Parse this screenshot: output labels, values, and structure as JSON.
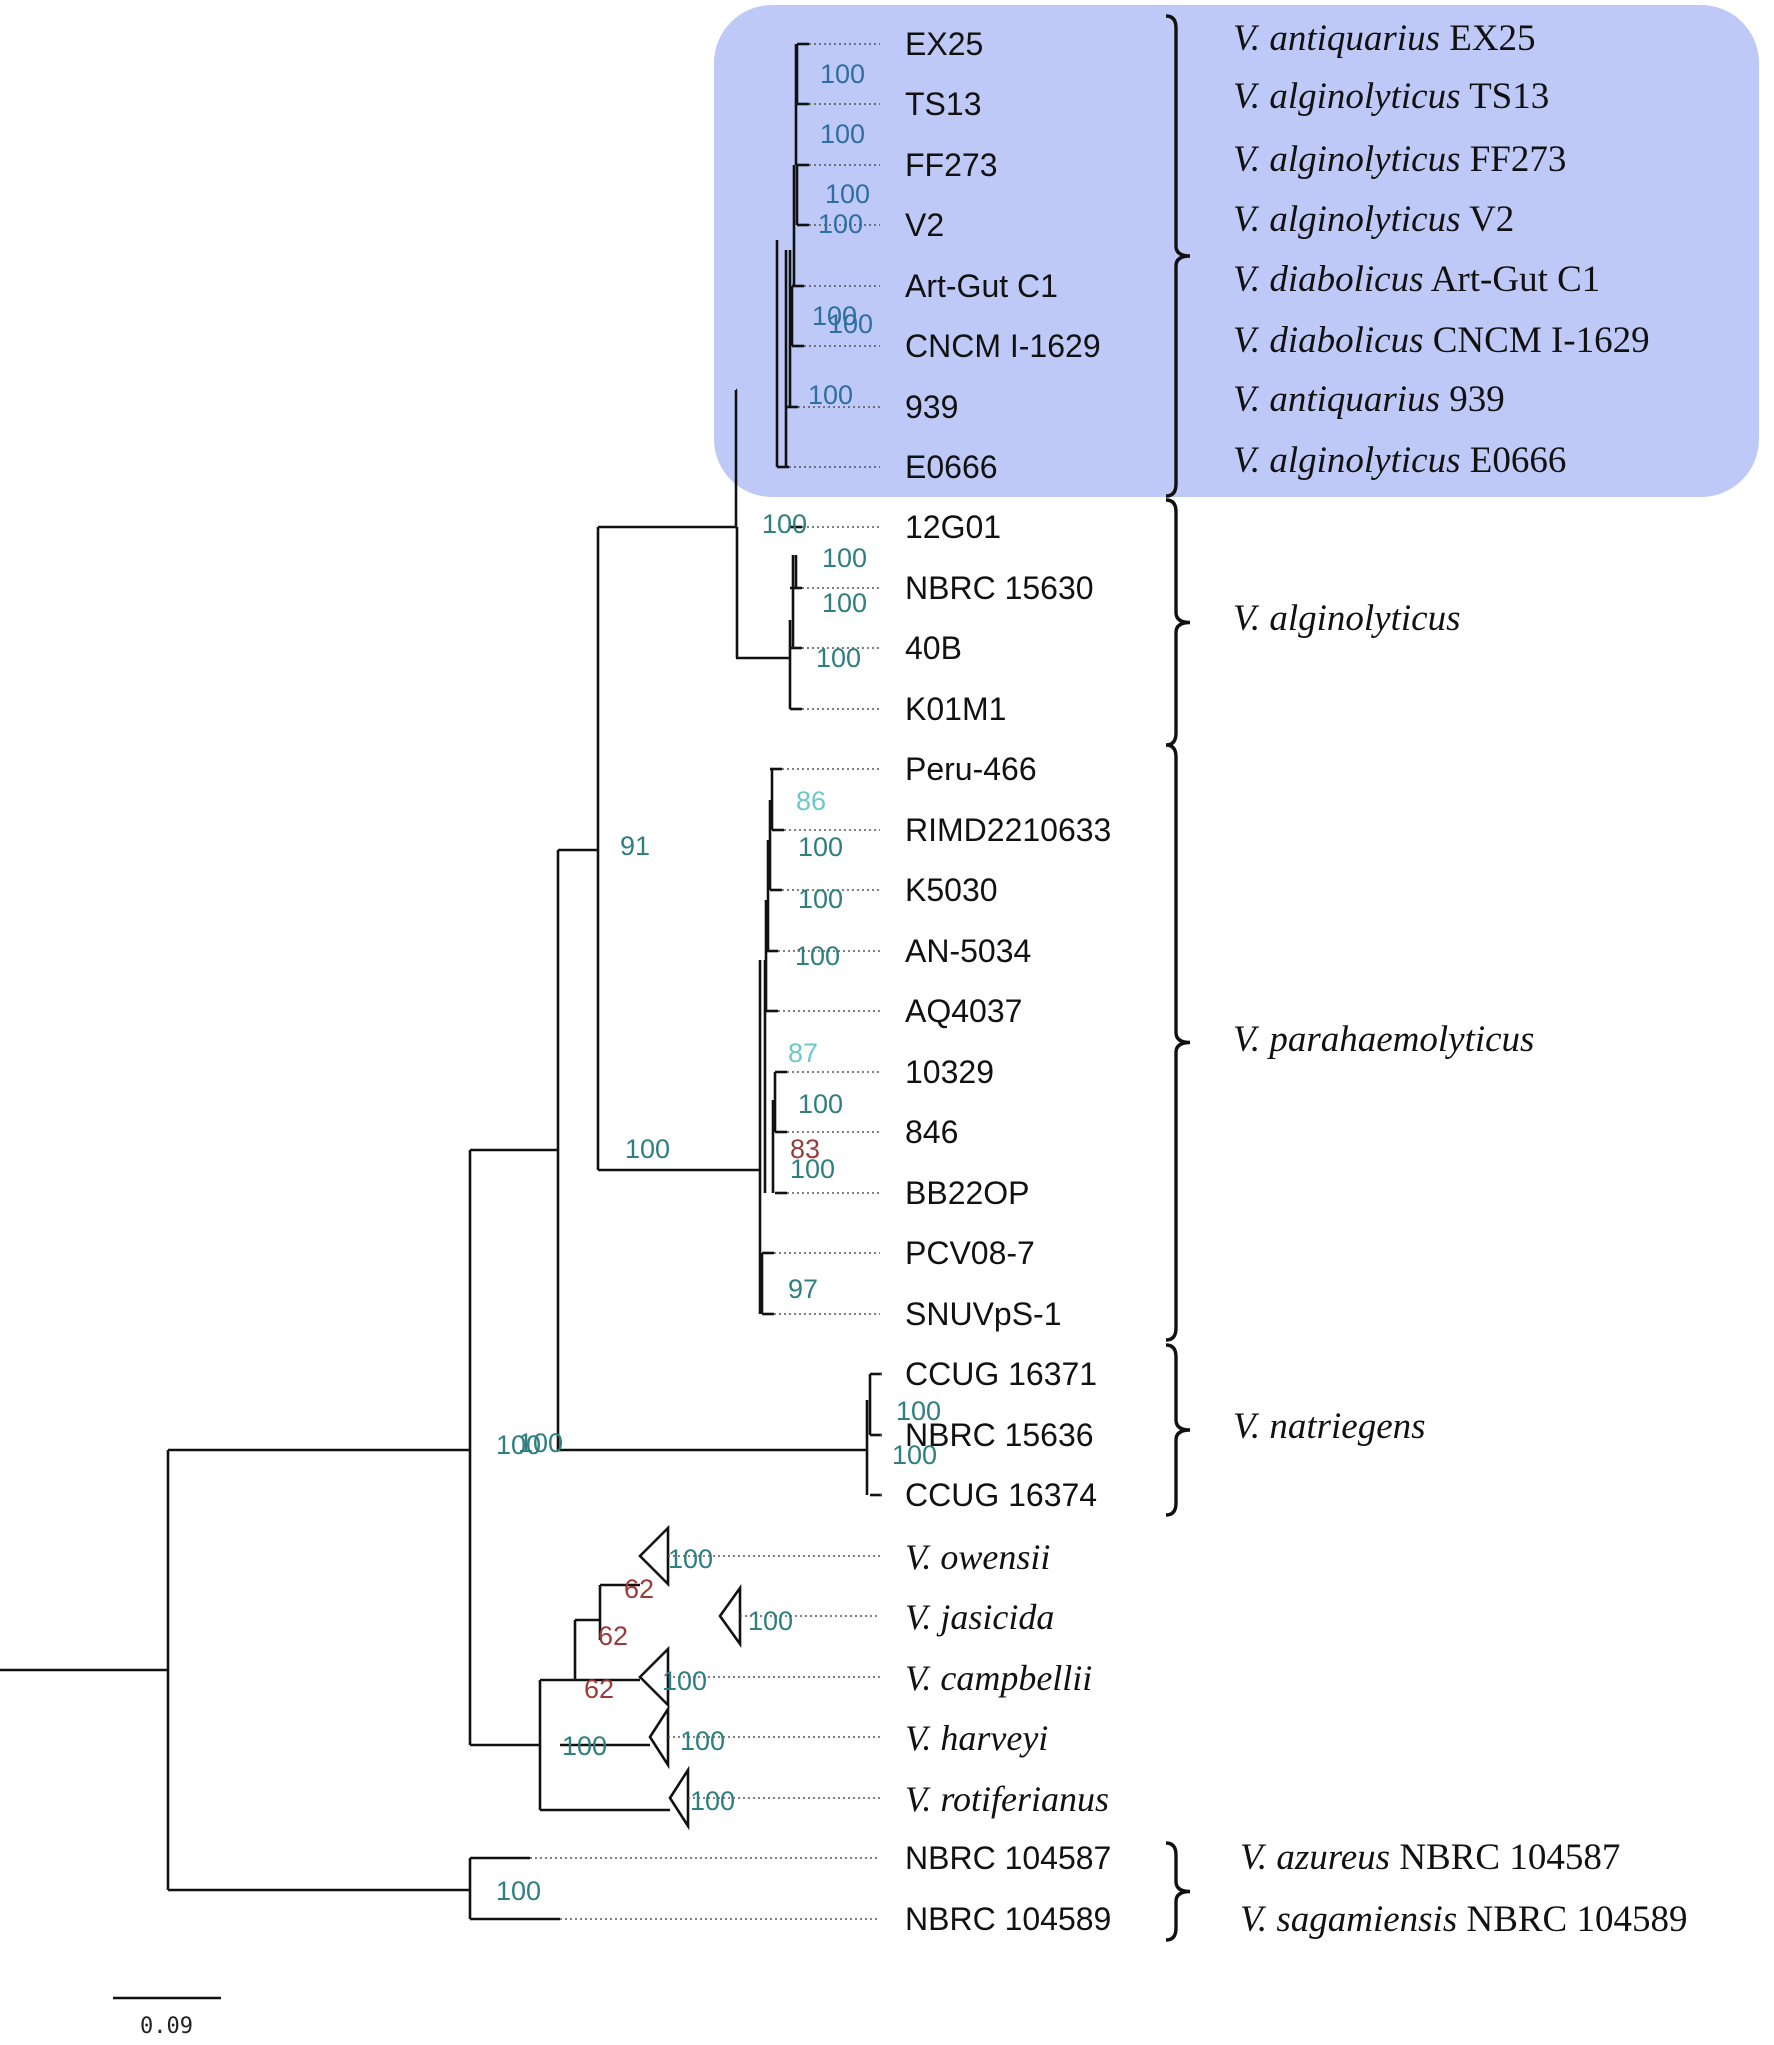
{
  "colors": {
    "highlight": "#bfc9f7",
    "branch": "#111111",
    "support_high": "#2f7f7f",
    "support_mid": "#6ec8c8",
    "support_low": "#9c3a3a",
    "support_blue": "#2f6f9f"
  },
  "tips": [
    "EX25",
    "TS13",
    "FF273",
    "V2",
    "Art-Gut C1",
    "CNCM I-1629",
    "939",
    "E0666",
    "12G01",
    "NBRC 15630",
    "40B",
    "K01M1",
    "Peru-466",
    "RIMD2210633",
    "K5030",
    "AN-5034",
    "AQ4037",
    "10329",
    "846",
    "BB22OP",
    "PCV08-7",
    "SNUVpS-1",
    "CCUG 16371",
    "NBRC 15636",
    "CCUG 16374",
    "NBRC 104587",
    "NBRC 104589"
  ],
  "collapsed_clades": [
    "V. owensii",
    "V. jasicida",
    "V. campbellii",
    "V. harveyi",
    "V. rotiferianus"
  ],
  "highlight_species": [
    {
      "genus": "V. antiquarius",
      "strain": "EX25"
    },
    {
      "genus": "V. alginolyticus",
      "strain": "TS13"
    },
    {
      "genus": "V. alginolyticus",
      "strain": "FF273"
    },
    {
      "genus": "V. alginolyticus",
      "strain": "V2"
    },
    {
      "genus": "V. diabolicus",
      "strain": "Art-Gut C1"
    },
    {
      "genus": "V. diabolicus",
      "strain": "CNCM I-1629"
    },
    {
      "genus": "V. antiquarius",
      "strain": "939"
    },
    {
      "genus": "V. alginolyticus",
      "strain": "E0666"
    }
  ],
  "group_labels": [
    "V. alginolyticus",
    "V. parahaemolyticus",
    "V. natriegens"
  ],
  "outgroup_species": [
    {
      "genus": "V. azureus",
      "strain": "NBRC 104587"
    },
    {
      "genus": "V. sagamiensis",
      "strain": "NBRC 104589"
    }
  ],
  "support_values": [
    "100",
    "100",
    "100",
    "100",
    "100",
    "100",
    "100",
    "100",
    "100",
    "100",
    "100",
    "100",
    "91",
    "86",
    "100",
    "100",
    "100",
    "87",
    "100",
    "83",
    "100",
    "97",
    "100",
    "100",
    "100",
    "100",
    "62",
    "100",
    "62",
    "62",
    "100",
    "100",
    "100",
    "100",
    "100",
    "100"
  ],
  "scale_bar": "0.09"
}
